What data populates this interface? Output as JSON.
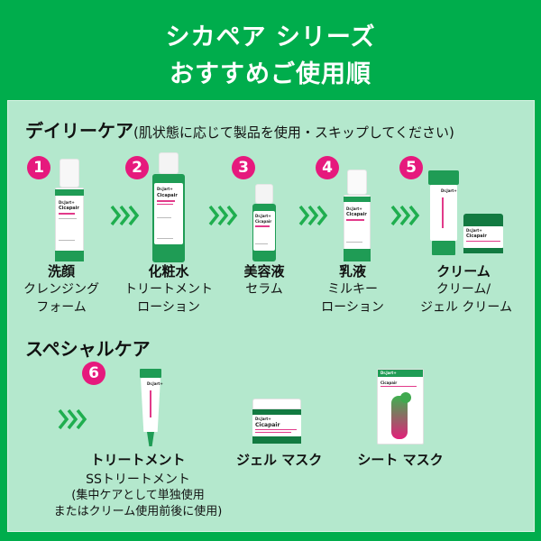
{
  "header": {
    "title_line1": "シカペア シリーズ",
    "title_line2": "おすすめご使用順"
  },
  "colors": {
    "background": "#00ad4c",
    "panel": "#b4e8cd",
    "badge": "#e6197d",
    "arrow": "#1fae4f",
    "product_green": "#1f9c55"
  },
  "daily_care": {
    "title": "デイリーケア",
    "subtitle": "(肌状態に応じて製品を使用・スキップしてください)",
    "steps": [
      {
        "number": "1",
        "category": "洗顔",
        "product_line1": "クレンジング",
        "product_line2": "フォーム",
        "icon": "foam-bottle-icon"
      },
      {
        "number": "2",
        "category": "化粧水",
        "product_line1": "トリートメント",
        "product_line2": "ローション",
        "icon": "lotion-bottle-icon"
      },
      {
        "number": "3",
        "category": "美容液",
        "product_line1": "セラム",
        "product_line2": "",
        "icon": "serum-bottle-icon"
      },
      {
        "number": "4",
        "category": "乳液",
        "product_line1": "ミルキー",
        "product_line2": "ローション",
        "icon": "milk-bottle-icon"
      },
      {
        "number": "5",
        "category": "クリーム",
        "product_line1": "クリーム/",
        "product_line2": "ジェル クリーム",
        "icon": "cream-tube-and-jar-icon"
      }
    ]
  },
  "special_care": {
    "title": "スペシャルケア",
    "step_number": "6",
    "items": [
      {
        "category": "トリートメント",
        "product_line1": "SSトリートメント",
        "note_line1": "(集中ケアとして単独使用",
        "note_line2": "またはクリーム使用前後に使用)",
        "icon": "treatment-tube-icon"
      },
      {
        "category": "ジェル マスク",
        "icon": "gel-mask-jar-icon"
      },
      {
        "category": "シート マスク",
        "icon": "sheet-mask-pack-icon"
      }
    ]
  },
  "product_text": {
    "brand": "Dr.Jart+",
    "line": "Cicapair"
  }
}
